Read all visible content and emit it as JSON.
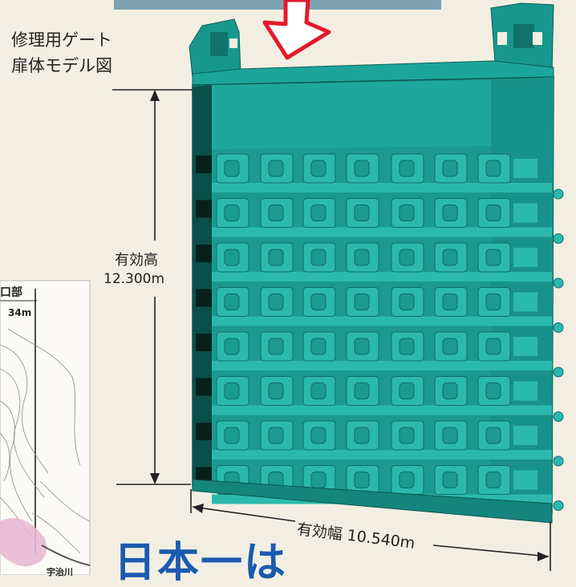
{
  "caption": {
    "line1": "修理用ゲート",
    "line2": "扉体モデル図"
  },
  "dimensions": {
    "height_label": "有効高",
    "height_value": "12.300m",
    "width_text": "有効幅 10.540m"
  },
  "inset_map": {
    "label_top": "口部",
    "label_distance": "34m",
    "label_river": "宇治川"
  },
  "headline": "日本一は",
  "colors": {
    "gate": "#1a9a90",
    "gate_dark": "#0d6e67",
    "gate_light": "#2cb9ad",
    "arrow": "#e21a2a",
    "banner": "#7fa2b3",
    "headline": "#1a5ab0",
    "background": "#f2efe2"
  },
  "icons": {
    "down_arrow": "red-outline-down-arrow-icon"
  }
}
